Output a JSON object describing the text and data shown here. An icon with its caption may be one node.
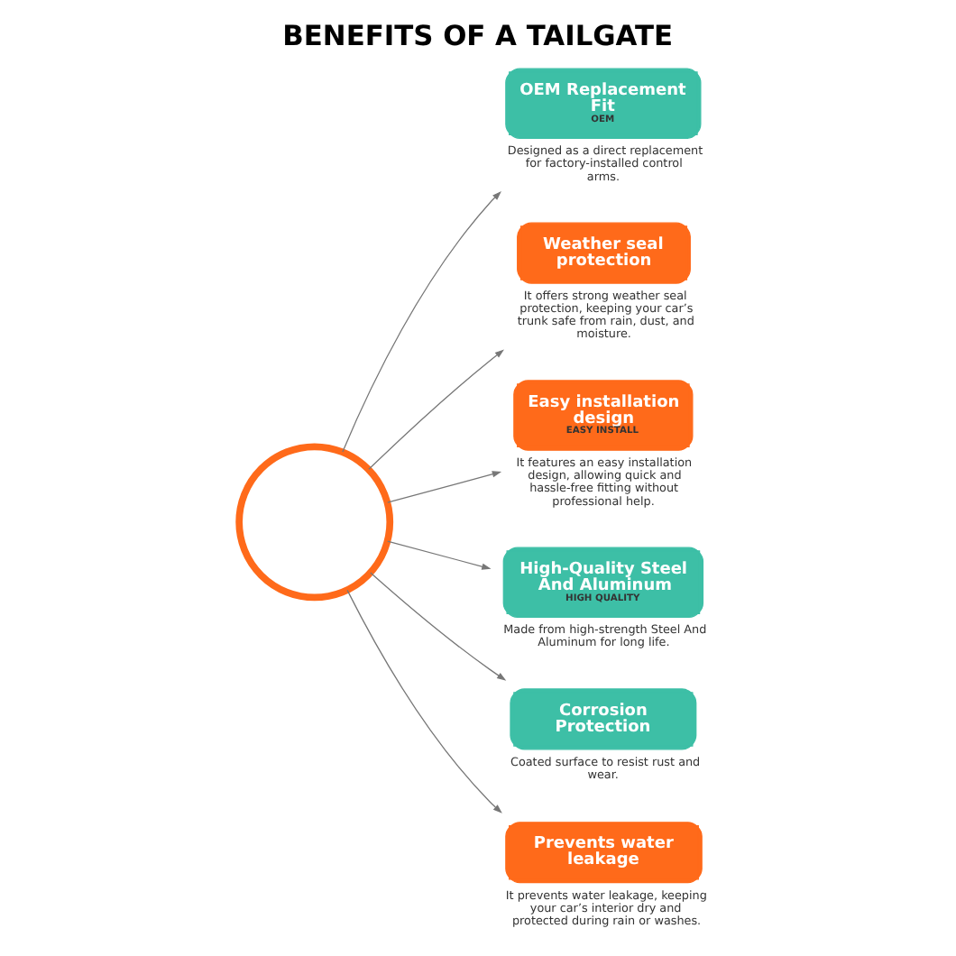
{
  "diagram": {
    "title": "BENEFITS OF A TAILGATE",
    "nodes": [
      {
        "text": [],
        "shape": "circle"
      },
      {
        "text": [
          "OEM Replacement Fit",
          "OEM"
        ],
        "beside": [
          "Designed as a direct replacement for factory-installed control arms."
        ]
      },
      {
        "text": [
          "Weather seal protection"
        ],
        "beside": [
          "It offers strong weather seal protection, keeping your car’s trunk safe from rain, dust, and moisture."
        ]
      },
      {
        "text": [
          "Easy installation design",
          "EASY INSTALL"
        ],
        "beside": [
          "It features an easy installation design, allowing quick and hassle-free fitting without professional help."
        ]
      },
      {
        "text": [
          "High-Quality Steel And Aluminum",
          "HIGH QUALITY"
        ],
        "beside": [
          "Made from high-strength Steel And Aluminum for long life."
        ]
      },
      {
        "text": [
          "Corrosion Protection"
        ],
        "beside": [
          "Coated surface to resist rust and wear."
        ]
      },
      {
        "text": [
          "Prevents water leakage"
        ],
        "beside": [
          "It prevents water leakage, keeping your car’s interior dry and protected during rain or washes."
        ]
      }
    ],
    "edges": [
      {
        "from": 0,
        "to": 1,
        "arrow": "to"
      },
      {
        "from": 0,
        "to": 2,
        "arrow": "to"
      },
      {
        "from": 0,
        "to": 3,
        "arrow": "to"
      },
      {
        "from": 0,
        "to": 4,
        "arrow": "to"
      },
      {
        "from": 0,
        "to": 5,
        "arrow": "to"
      },
      {
        "from": 0,
        "to": 6,
        "arrow": "to"
      }
    ]
  }
}
